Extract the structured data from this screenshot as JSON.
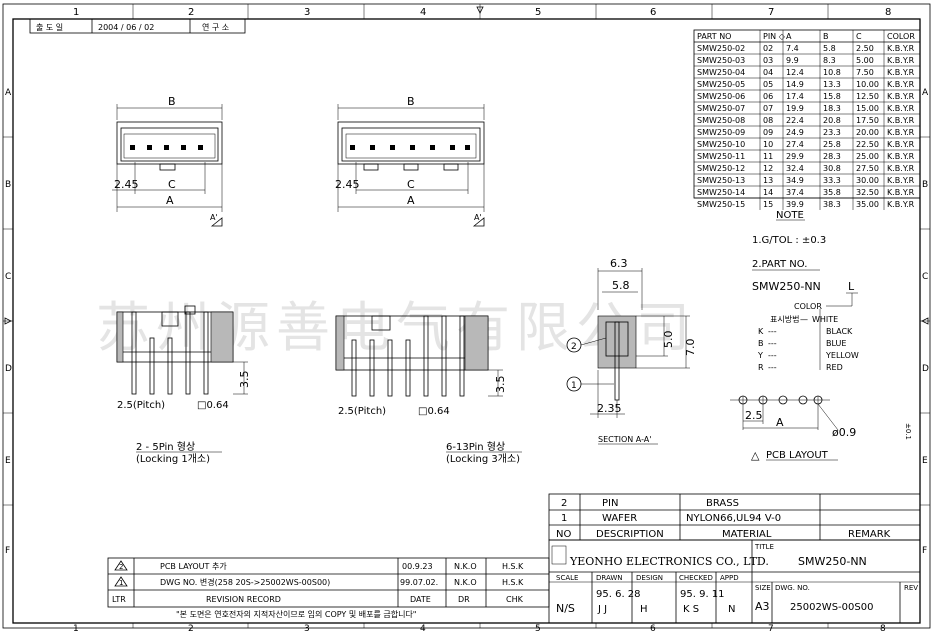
{
  "grid": {
    "top_cols": [
      "1",
      "2",
      "3",
      "4",
      "5",
      "6",
      "7",
      "8"
    ],
    "bottom_cols": [
      "1",
      "2",
      "3",
      "4",
      "5",
      "6",
      "7",
      "8"
    ],
    "rows": [
      "A",
      "B",
      "C",
      "D",
      "E",
      "F"
    ]
  },
  "header": {
    "label": "출 도 일",
    "date": "2004 / 06 / 02",
    "lab": "연 구 소"
  },
  "parts_table": {
    "headers": [
      "PART NO",
      "PIN ◇",
      "A",
      "B",
      "C",
      "COLOR"
    ],
    "rows": [
      [
        "SMW250-02",
        "02",
        "7.4",
        "5.8",
        "2.50",
        "K.B.Y.R"
      ],
      [
        "SMW250-03",
        "03",
        "9.9",
        "8.3",
        "5.00",
        "K.B.Y.R"
      ],
      [
        "SMW250-04",
        "04",
        "12.4",
        "10.8",
        "7.50",
        "K.B.Y.R"
      ],
      [
        "SMW250-05",
        "05",
        "14.9",
        "13.3",
        "10.00",
        "K.B.Y.R"
      ],
      [
        "SMW250-06",
        "06",
        "17.4",
        "15.8",
        "12.50",
        "K.B.Y.R"
      ],
      [
        "SMW250-07",
        "07",
        "19.9",
        "18.3",
        "15.00",
        "K.B.Y.R"
      ],
      [
        "SMW250-08",
        "08",
        "22.4",
        "20.8",
        "17.50",
        "K.B.Y.R"
      ],
      [
        "SMW250-09",
        "09",
        "24.9",
        "23.3",
        "20.00",
        "K.B.Y.R"
      ],
      [
        "SMW250-10",
        "10",
        "27.4",
        "25.8",
        "22.50",
        "K.B.Y.R"
      ],
      [
        "SMW250-11",
        "11",
        "29.9",
        "28.3",
        "25.00",
        "K.B.Y.R"
      ],
      [
        "SMW250-12",
        "12",
        "32.4",
        "30.8",
        "27.50",
        "K.B.Y.R"
      ],
      [
        "SMW250-13",
        "13",
        "34.9",
        "33.3",
        "30.00",
        "K.B.Y.R"
      ],
      [
        "SMW250-14",
        "14",
        "37.4",
        "35.8",
        "32.50",
        "K.B.Y.R"
      ],
      [
        "SMW250-15",
        "15",
        "39.9",
        "38.3",
        "35.00",
        "K.B.Y.R"
      ]
    ]
  },
  "note": {
    "title": "NOTE",
    "tol": "1.G/TOL :   ±0.3",
    "part_no_heading": "2.PART NO.",
    "part_no": "SMW250-NN",
    "part_suffix": "L",
    "color_label": "COLOR",
    "display": "표시방법",
    "colors": [
      {
        "code": "K",
        "name": "BLACK"
      },
      {
        "code": "B",
        "name": "BLUE"
      },
      {
        "code": "Y",
        "name": "YELLOW"
      },
      {
        "code": "R",
        "name": "RED"
      }
    ],
    "white": "WHITE"
  },
  "views": {
    "left": {
      "b": "B",
      "c": "C",
      "a": "A",
      "d245": "2.45",
      "aprime": "A'",
      "pitch": "2.5(Pitch)",
      "pin": "□0.64",
      "h35": "3.5",
      "caption": "2  -  5Pin  형상",
      "locking": "(Locking  1개소)"
    },
    "mid": {
      "b": "B",
      "c": "C",
      "a": "A",
      "d245": "2.45",
      "aprime": "A'",
      "pitch": "2.5(Pitch)",
      "pin": "□0.64",
      "h35": "3.5",
      "caption": "6-13Pin  형상",
      "locking": "(Locking  3개소)"
    },
    "section": {
      "d63": "6.3",
      "d58": "5.8",
      "d50": "5.0",
      "d70": "7.0",
      "d235": "2.35",
      "c1": "1",
      "c2": "2",
      "caption": "SECTION  A-A'"
    },
    "pcb": {
      "d25": "2.5",
      "a": "A",
      "d09": "ø0.9",
      "caption": "PCB  LAYOUT",
      "tri": "△"
    }
  },
  "watermark": "苏州源善电气有限公司",
  "bom": {
    "rows": [
      {
        "no": "2",
        "desc": "PIN",
        "mat": "BRASS",
        "remark": ""
      },
      {
        "no": "1",
        "desc": "WAFER",
        "mat": "NYLON66,UL94  V-0",
        "remark": ""
      }
    ],
    "header": {
      "no": "NO",
      "desc": "DESCRIPTION",
      "mat": "MATERIAL",
      "remark": "REMARK"
    }
  },
  "title_block": {
    "company": "YEONHO ELECTRONICS CO., LTD.",
    "title_label": "TITLE",
    "title": "SMW250-NN",
    "scale_label": "SCALE",
    "scale": "N/S",
    "drawn_label": "DRAWN",
    "drawn_date": "95. 6. 28",
    "drawn_by": "J  J",
    "design_label": "DESIGN",
    "design_by": "H",
    "checked_label": "CHECKED",
    "checked_date": "95. 9. 11",
    "checked_by": "K  S",
    "appd_label": "APPD",
    "appd_by": "N",
    "size_label": "SIZE",
    "size": "A3",
    "dwg_label": "DWG. NO.",
    "dwg": "25002WS-00S00",
    "rev_label": "REV"
  },
  "revisions": {
    "rows": [
      {
        "ltr": "2",
        "desc": "PCB LAYOUT 추가",
        "date": "00.9.23",
        "dr": "N.K.O",
        "chk": "H.S.K"
      },
      {
        "ltr": "1",
        "desc": "DWG NO. 변경(258 20S->25002WS-00S00)",
        "date": "99.07.02.",
        "dr": "N.K.O",
        "chk": "H.S.K"
      }
    ],
    "header": {
      "ltr": "LTR",
      "desc": "REVISION    RECORD",
      "date": "DATE",
      "dr": "DR",
      "chk": "CHK"
    },
    "footer": "\"본 도면은 연호전자의 지적자산이므로 임의 COPY 및 배포를 금합니다\""
  },
  "side_mark": "±0.1"
}
